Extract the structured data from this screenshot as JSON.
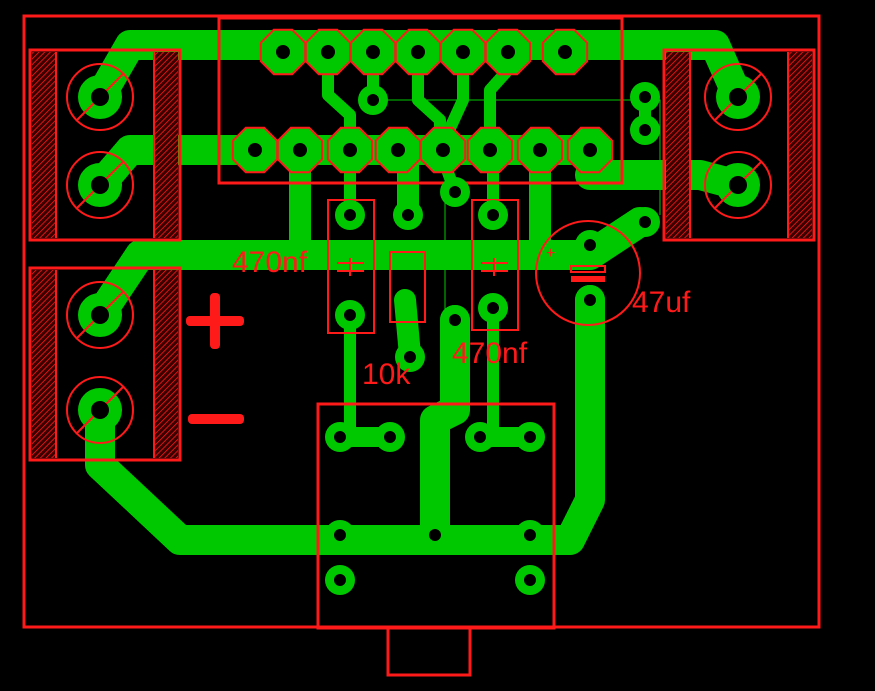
{
  "colors": {
    "background": "#000000",
    "outline": "#ff1a1a",
    "trace": "#00c800",
    "pad_hole": "#000000"
  },
  "labels": {
    "cap_left": "470nf",
    "cap_right": "470nf",
    "resistor": "10k",
    "electrolytic": "47uf",
    "plus_sign": "+",
    "minus_sign": "−",
    "electrolytic_plus": "+"
  }
}
